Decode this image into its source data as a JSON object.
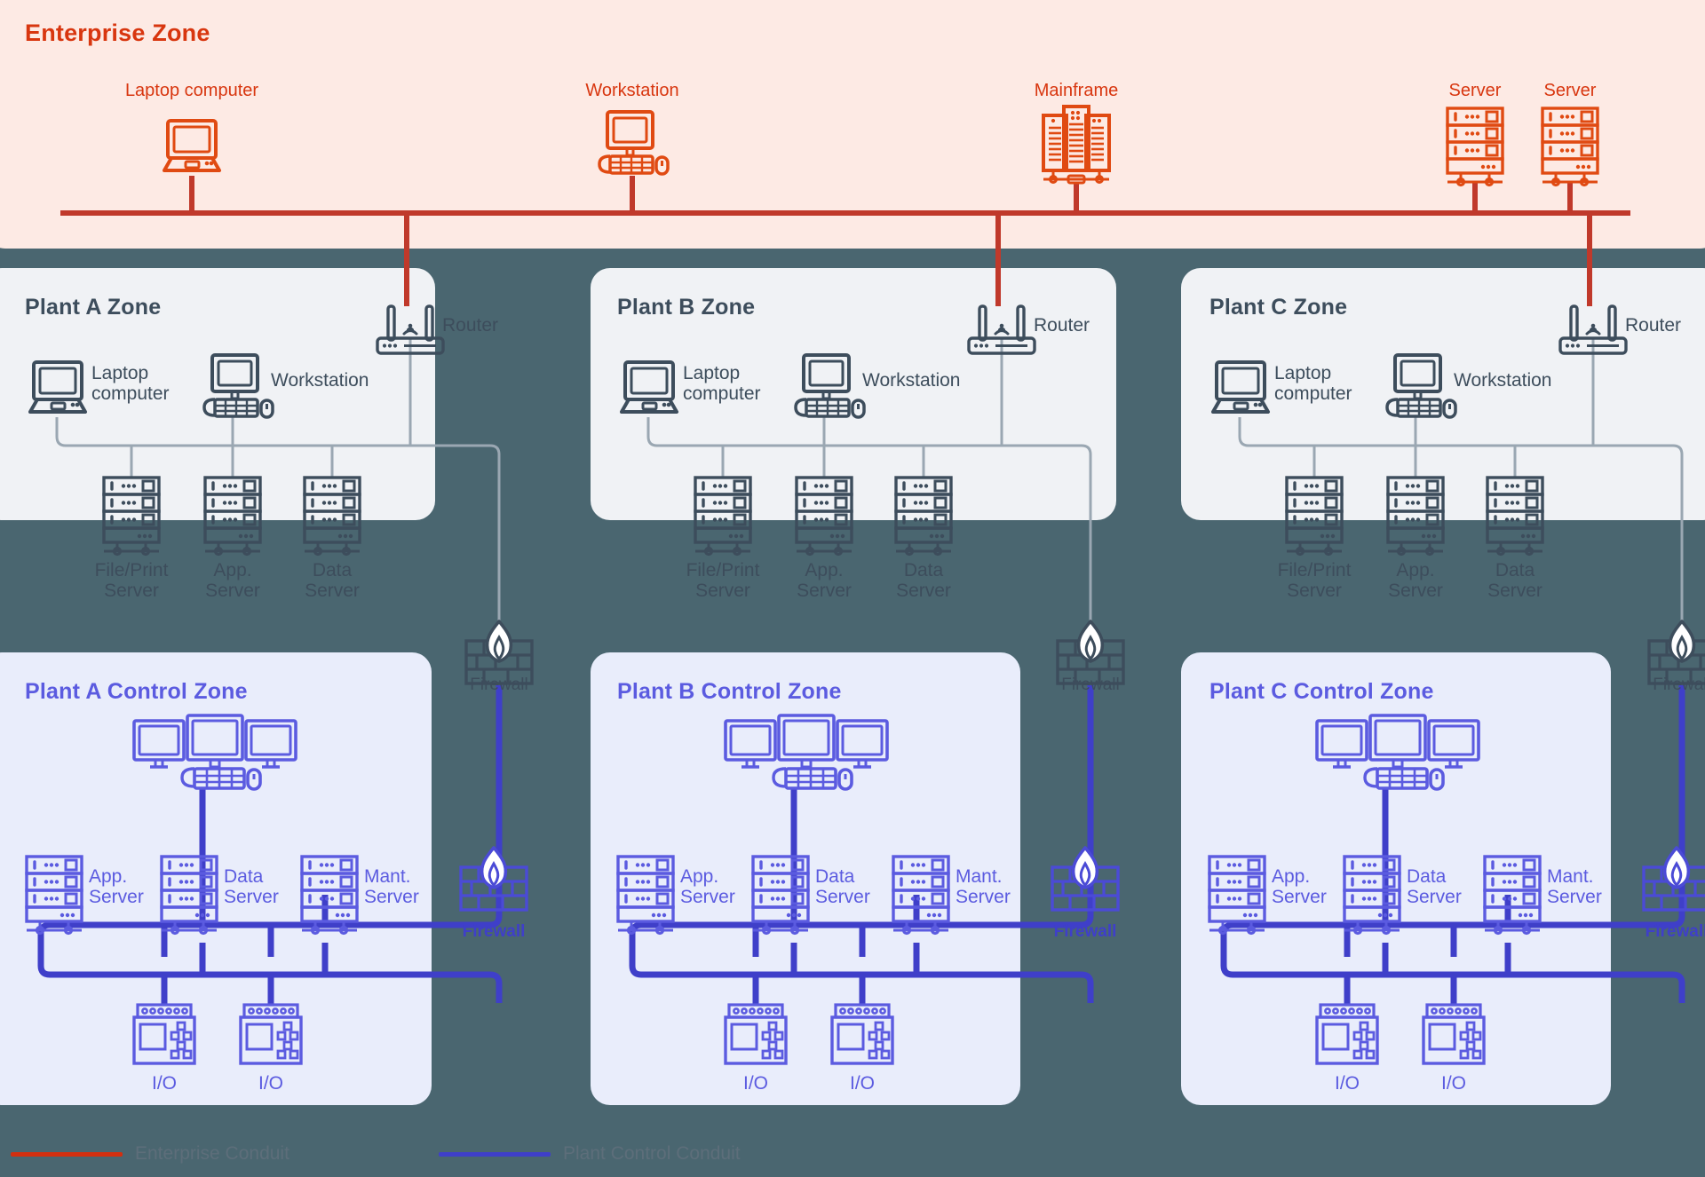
{
  "colors": {
    "page_background": "#4a6670",
    "enterprise_zone_bg": "#fdeae4",
    "enterprise_accent": "#d8360f",
    "plant_zone_bg": "#f0f2f5",
    "plant_accent": "#3d4d5c",
    "control_zone_bg": "#e9edfb",
    "control_accent": "#5b5be0",
    "control_conduit": "#3f3fc9"
  },
  "enterprise": {
    "title": "Enterprise Zone",
    "devices": [
      {
        "label": "Laptop computer",
        "icon": "laptop-icon"
      },
      {
        "label": "Workstation",
        "icon": "workstation-icon"
      },
      {
        "label": "Mainframe",
        "icon": "mainframe-icon"
      },
      {
        "label": "Server",
        "icon": "server-rack-icon"
      },
      {
        "label": "Server",
        "icon": "server-rack-icon"
      }
    ]
  },
  "plant_zones": [
    {
      "title": "Plant A Zone",
      "router_label": "Router",
      "laptop_label": "Laptop\ncomputer",
      "workstation_label": "Workstation",
      "servers": [
        "File/Print\nServer",
        "App.\nServer",
        "Data\nServer"
      ],
      "firewall_label": "Firewall"
    },
    {
      "title": "Plant B Zone",
      "router_label": "Router",
      "laptop_label": "Laptop\ncomputer",
      "workstation_label": "Workstation",
      "servers": [
        "File/Print\nServer",
        "App.\nServer",
        "Data\nServer"
      ],
      "firewall_label": "Firewall"
    },
    {
      "title": "Plant C Zone",
      "router_label": "Router",
      "laptop_label": "Laptop\ncomputer",
      "workstation_label": "Workstation",
      "servers": [
        "File/Print\nServer",
        "App.\nServer",
        "Data\nServer"
      ],
      "firewall_label": "Firewall"
    }
  ],
  "control_zones": [
    {
      "title": "Plant A Control Zone",
      "console_icon": "triple-monitor-console-icon",
      "servers": [
        "App.\nServer",
        "Data\nServer",
        "Mant.\nServer"
      ],
      "io_modules": [
        "I/O",
        "I/O"
      ],
      "firewall_label": "Firewall"
    },
    {
      "title": "Plant B Control Zone",
      "console_icon": "triple-monitor-console-icon",
      "servers": [
        "App.\nServer",
        "Data\nServer",
        "Mant.\nServer"
      ],
      "io_modules": [
        "I/O",
        "I/O"
      ],
      "firewall_label": "Firewall"
    },
    {
      "title": "Plant C Control Zone",
      "console_icon": "triple-monitor-console-icon",
      "servers": [
        "App.\nServer",
        "Data\nServer",
        "Mant.\nServer"
      ],
      "io_modules": [
        "I/O",
        "I/O"
      ],
      "firewall_label": "Firewall"
    }
  ],
  "legend": [
    {
      "label": "Enterprise Conduit",
      "color": "#d32f0f"
    },
    {
      "label": "Plant Control Conduit",
      "color": "#3f3fc9"
    }
  ]
}
